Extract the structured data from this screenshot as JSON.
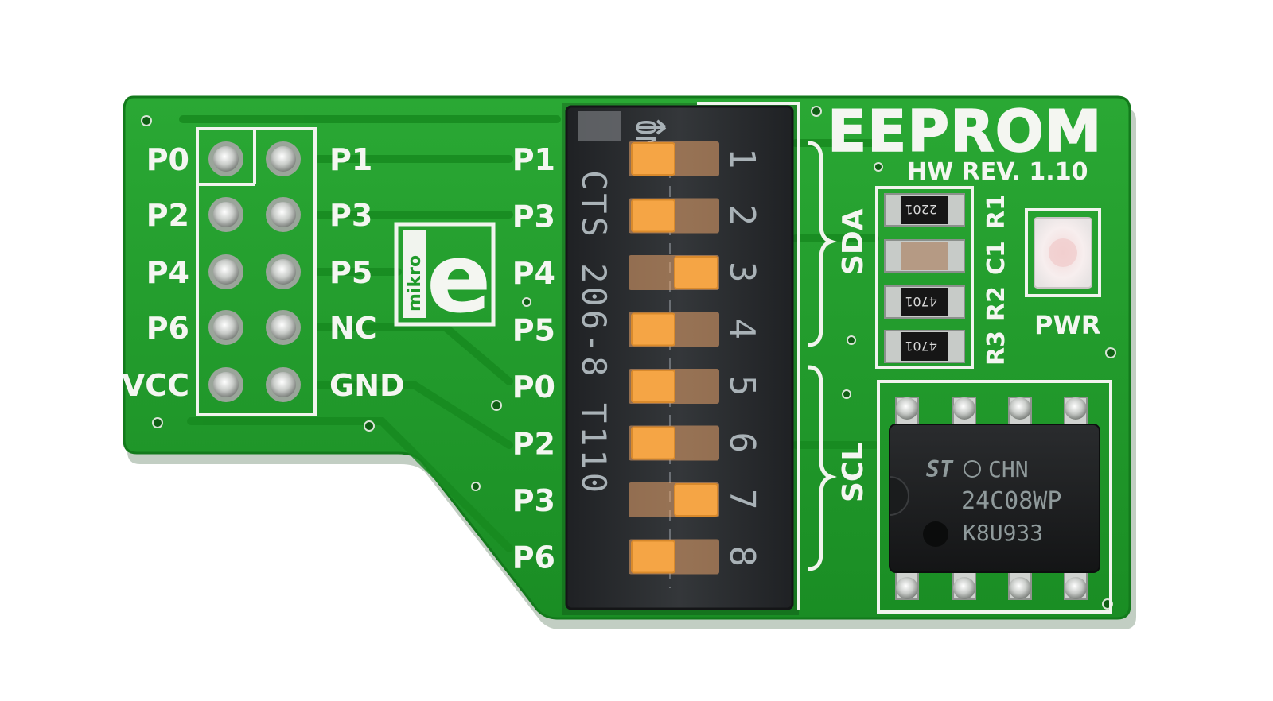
{
  "board": {
    "title": "EEPROM",
    "revision": "HW REV. 1.10",
    "logo": "mikro e",
    "colors": {
      "pcb": "#1f9a29",
      "pcb_dark": "#137a1c",
      "silkscreen": "#f4f6f1",
      "switch_body": "#2a2c2f",
      "switch_lever": "#f5a545",
      "chip": "#1e2022"
    }
  },
  "header": {
    "left_column": [
      "P0",
      "P2",
      "P4",
      "P6",
      "VCC"
    ],
    "right_column": [
      "P1",
      "P3",
      "P5",
      "NC",
      "GND"
    ]
  },
  "dip_switch": {
    "on_label": "ON",
    "model_text": "CTS 206-8 T110",
    "numbers": [
      "1",
      "2",
      "3",
      "4",
      "5",
      "6",
      "7",
      "8"
    ],
    "pin_labels": [
      "P1",
      "P3",
      "P4",
      "P5",
      "P0",
      "P2",
      "P3",
      "P6"
    ],
    "lever_on": [
      false,
      false,
      true,
      false,
      false,
      false,
      true,
      false
    ]
  },
  "bus_labels": {
    "sda": "SDA",
    "scl": "SCL"
  },
  "components": [
    {
      "ref": "R1",
      "marking": "2201"
    },
    {
      "ref": "C1",
      "marking": ""
    },
    {
      "ref": "R2",
      "marking": "4701"
    },
    {
      "ref": "R3",
      "marking": "4701"
    }
  ],
  "led_label": "PWR",
  "chip": {
    "lines": [
      "CHN",
      "24C08WP",
      "K8U933"
    ]
  }
}
